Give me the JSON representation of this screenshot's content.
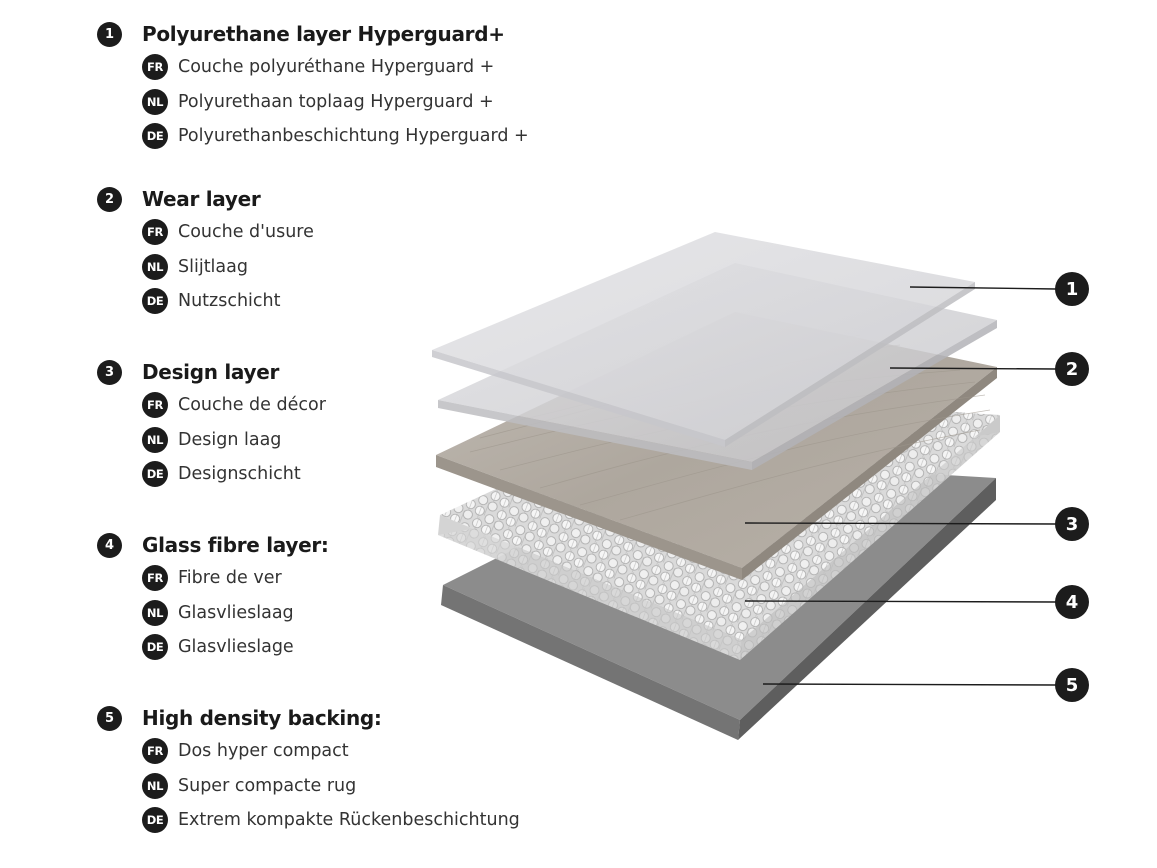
{
  "layers": [
    {
      "number": "1",
      "title": "Polyurethane layer Hyperguard+",
      "translations": [
        {
          "code": "FR",
          "text": "Couche polyuréthane Hyperguard +"
        },
        {
          "code": "NL",
          "text": "Polyurethaan toplaag Hyperguard +"
        },
        {
          "code": "DE",
          "text": "Polyurethanbeschichtung Hyperguard +"
        }
      ]
    },
    {
      "number": "2",
      "title": "Wear layer",
      "translations": [
        {
          "code": "FR",
          "text": "Couche d'usure"
        },
        {
          "code": "NL",
          "text": "Slijtlaag"
        },
        {
          "code": "DE",
          "text": "Nutzschicht"
        }
      ]
    },
    {
      "number": "3",
      "title": "Design layer",
      "translations": [
        {
          "code": "FR",
          "text": "Couche de décor"
        },
        {
          "code": "NL",
          "text": "Design laag"
        },
        {
          "code": "DE",
          "text": "Designschicht"
        }
      ]
    },
    {
      "number": "4",
      "title": "Glass fibre layer:",
      "translations": [
        {
          "code": "FR",
          "text": "Fibre de ver"
        },
        {
          "code": "NL",
          "text": "Glasvlieslaag"
        },
        {
          "code": "DE",
          "text": "Glasvlieslage"
        }
      ]
    },
    {
      "number": "5",
      "title": "High density backing:",
      "translations": [
        {
          "code": "FR",
          "text": "Dos hyper compact"
        },
        {
          "code": "NL",
          "text": "Super compacte rug"
        },
        {
          "code": "DE",
          "text": "Extrem kompakte Rückenbeschichtung"
        }
      ]
    }
  ],
  "callouts": [
    "1",
    "2",
    "3",
    "4",
    "5"
  ],
  "colors": {
    "badge": "#1c1c1c",
    "backing_top": "#8a8a8a",
    "backing_side": "#6c6c6c",
    "wood": "#b3aca3",
    "wear": "#d0d0d3",
    "polyurethane": "#dcdce0"
  }
}
